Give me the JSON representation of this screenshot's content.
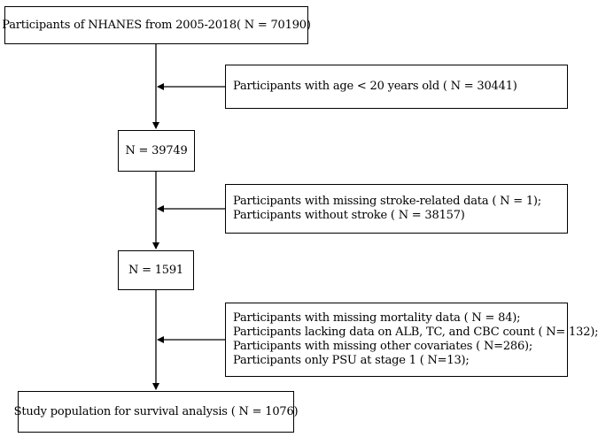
{
  "flowchart": {
    "start": "Participants of NHANES from 2005-2018( N = 70190)",
    "step1": "N = 39749",
    "step2": "N = 1591",
    "final": "Study population for survival analysis ( N = 1076)",
    "exclusion1": [
      "Participants with age < 20 years old ( N = 30441)"
    ],
    "exclusion2": [
      "Participants with missing stroke-related data ( N = 1);",
      "Participants without stroke ( N = 38157)"
    ],
    "exclusion3": [
      "Participants with missing  mortality data ( N = 84);",
      "Participants lacking data on ALB, TC, and CBC count ( N= 132);",
      "Participants with missing other covariates ( N=286);",
      "Participants only PSU at stage 1 ( N=13);"
    ]
  }
}
